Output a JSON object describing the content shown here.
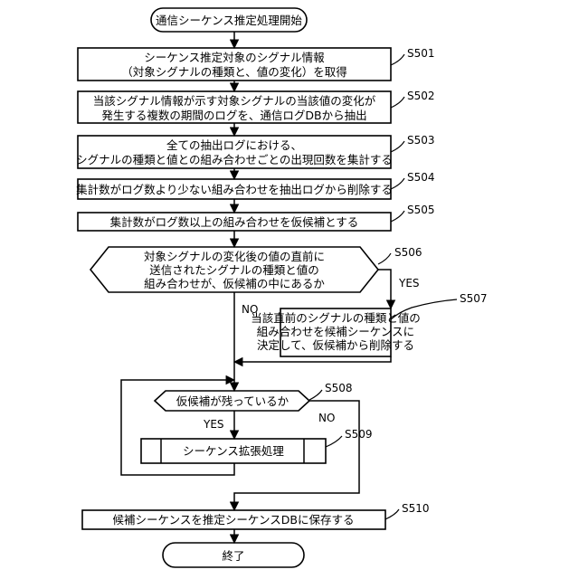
{
  "nodes": {
    "start": "通信シーケンス推定処理開始",
    "s501": [
      "シーケンス推定対象のシグナル情報",
      "（対象シグナルの種類と、値の変化）を取得"
    ],
    "s502": [
      "当該シグナル情報が示す対象シグナルの当該値の変化が",
      "発生する複数の期間のログを、通信ログDBから抽出"
    ],
    "s503": [
      "全ての抽出ログにおける、",
      "シグナルの種類と値との組み合わせごとの出現回数を集計する"
    ],
    "s504": "集計数がログ数より少ない組み合わせを抽出ログから削除する",
    "s505": "集計数がログ数以上の組み合わせを仮候補とする",
    "s506": [
      "対象シグナルの変化後の値の直前に",
      "送信されたシグナルの種類と値の",
      "組み合わせが、仮候補の中にあるか"
    ],
    "s507": [
      "当該直前のシグナルの種類と値の",
      "組み合わせを候補シーケンスに",
      "決定して、仮候補から削除する"
    ],
    "s508": "仮候補が残っているか",
    "s509": "シーケンス拡張処理",
    "s510": "候補シーケンスを推定シーケンスDBに保存する",
    "end": "終了"
  },
  "refs": {
    "s501": "S501",
    "s502": "S502",
    "s503": "S503",
    "s504": "S504",
    "s505": "S505",
    "s506": "S506",
    "s507": "S507",
    "s508": "S508",
    "s509": "S509",
    "s510": "S510"
  },
  "branches": {
    "s506_yes": "YES",
    "s506_no": "NO",
    "s508_yes": "YES",
    "s508_no": "NO"
  }
}
